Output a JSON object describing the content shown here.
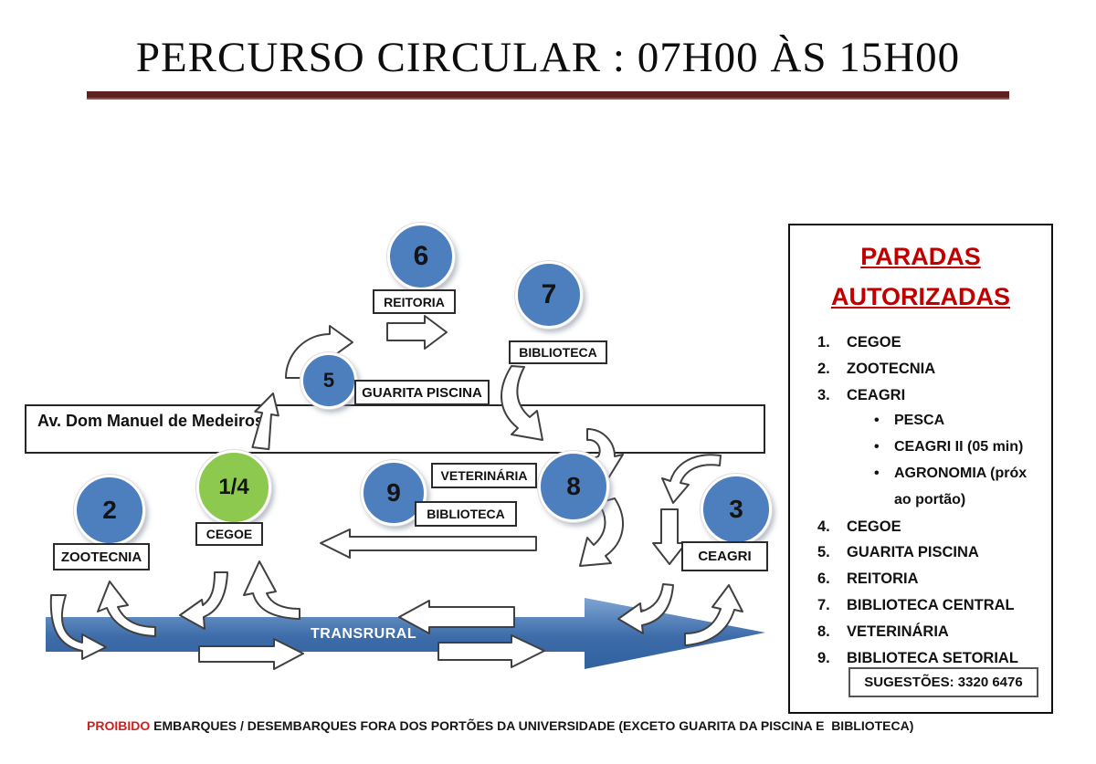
{
  "title": "PERCURSO CIRCULAR : 07H00 ÀS 15H00",
  "colors": {
    "stop_blue": "#4d7ebd",
    "stop_green": "#8cc94e",
    "heading_red": "#c00000",
    "title_rule_maroon": "#5d2120",
    "road_arrow_blue": "#4676b1",
    "prohibited_red": "#cf1f1f"
  },
  "diagram": {
    "road_label": "Av. Dom Manuel de Medeiros",
    "main_road": "TRANSRURAL",
    "stops": {
      "s6": {
        "number": "6",
        "label": "REITORIA"
      },
      "s7": {
        "number": "7",
        "label": "BIBLIOTECA"
      },
      "s5": {
        "number": "5",
        "label": "GUARITA PISCINA"
      },
      "s2": {
        "number": "2",
        "label": "ZOOTECNIA"
      },
      "s14": {
        "number": "1/4",
        "label": "CEGOE"
      },
      "s9": {
        "number": "9",
        "label": "BIBLIOTECA"
      },
      "s8": {
        "number": "8",
        "label": "VETERINÁRIA"
      },
      "s3": {
        "number": "3",
        "label": "CEAGRI"
      }
    }
  },
  "sidebar": {
    "title_line1": "PARADAS",
    "title_line2": "AUTORIZADAS",
    "stops": [
      {
        "num": "1.",
        "label": "CEGOE"
      },
      {
        "num": "2.",
        "label": "ZOOTECNIA"
      },
      {
        "num": "3.",
        "label": "CEAGRI",
        "sub": [
          "PESCA",
          "CEAGRI II (05 min)",
          "AGRONOMIA (próx ao portão)"
        ]
      },
      {
        "num": "4.",
        "label": "CEGOE"
      },
      {
        "num": "5.",
        "label": "GUARITA PISCINA"
      },
      {
        "num": "6.",
        "label": "REITORIA"
      },
      {
        "num": "7.",
        "label": "BIBLIOTECA CENTRAL"
      },
      {
        "num": "8.",
        "label": "VETERINÁRIA"
      },
      {
        "num": "9.",
        "label": "BIBLIOTECA SETORIAL"
      }
    ],
    "suggestions": "SUGESTÕES: 3320 6476"
  },
  "footer": {
    "prohibited_word": "PROIBIDO",
    "text": " EMBARQUES / DESEMBARQUES FORA DOS PORTÕES DA UNIVERSIDADE (EXCETO GUARITA DA PISCINA E  BIBLIOTECA)"
  }
}
